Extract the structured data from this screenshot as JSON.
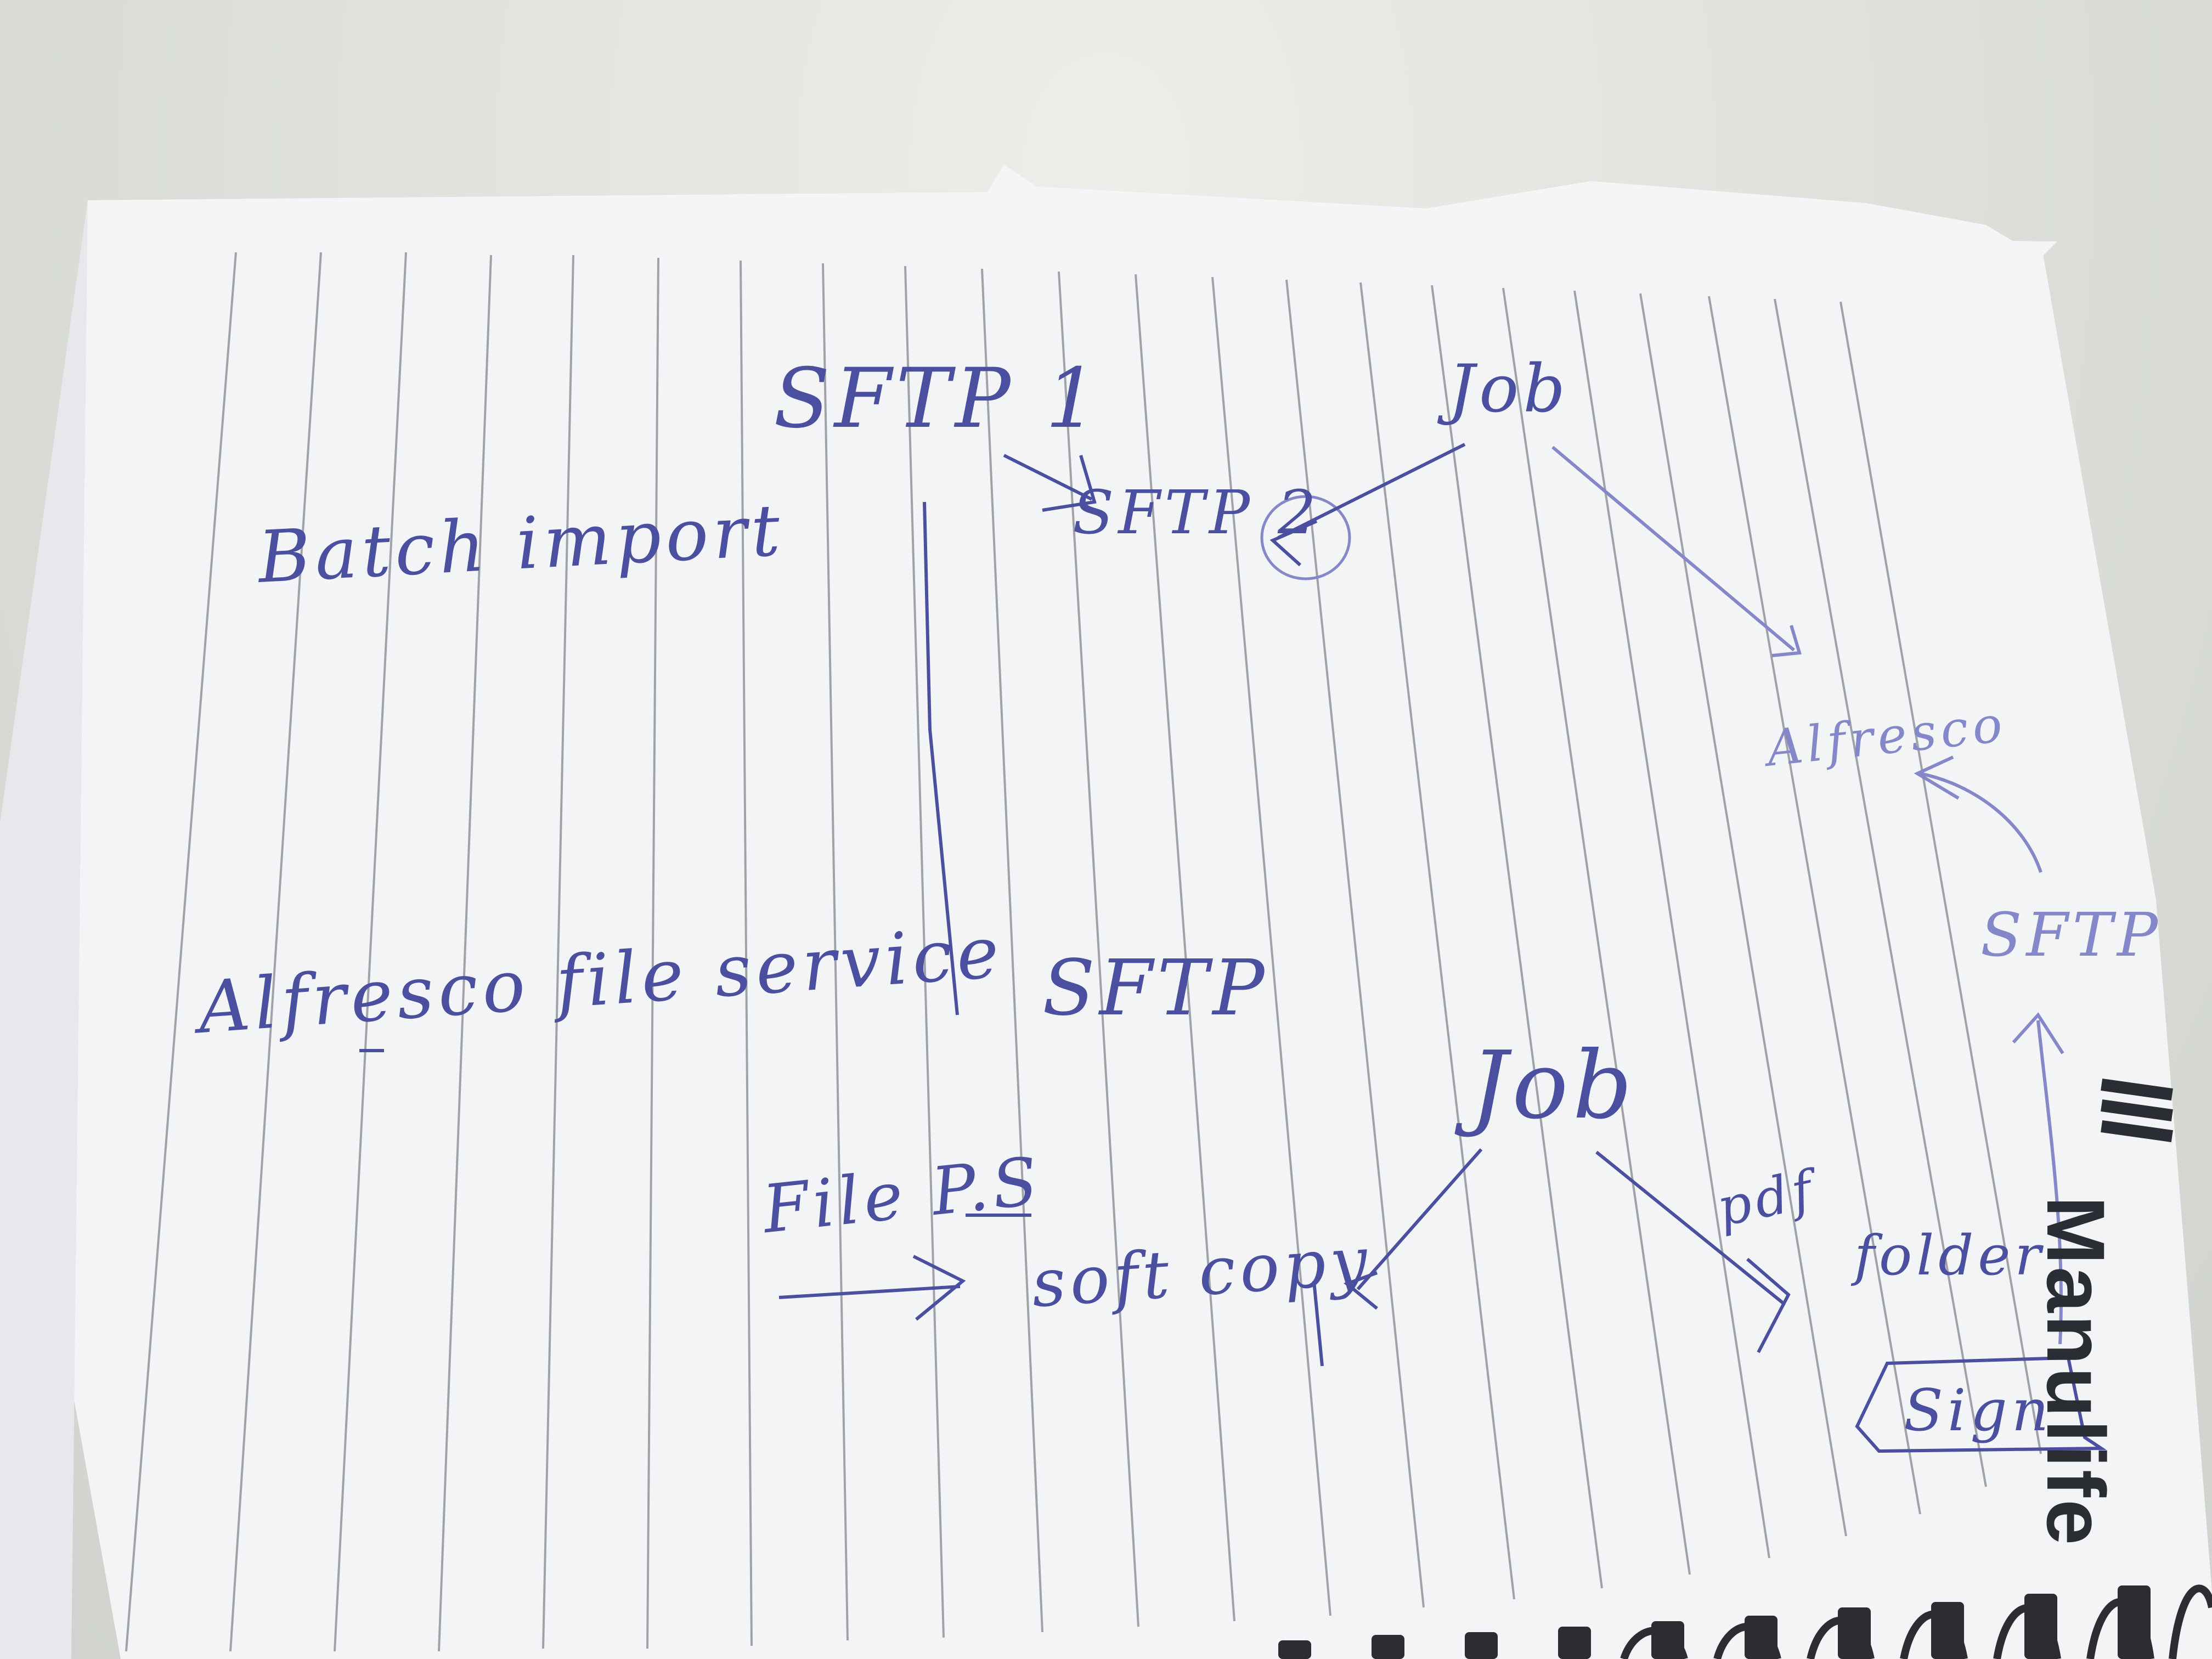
{
  "photo": {
    "subject": "notebook-page",
    "ink_color": "#4a4fa0",
    "faint_ink_color": "#8488c8",
    "paper_color": "#f2f3f5",
    "rule_color": "#9fa3a8"
  },
  "notes": {
    "sftp1": "SFTP 1",
    "sftp2": "SFTP 2",
    "job_top": "Job",
    "batch_import": "Batch import",
    "alfresco_top": "Alfresco",
    "alfresco_file_service": "Alfresco file service",
    "sftp_mid": "SFTP",
    "sftp_right": "SFTP",
    "job_bottom": "Job",
    "file_ps": "File P.S",
    "soft_copy": "soft copy",
    "pdf": "pdf",
    "folder": "folder",
    "sign": "Sign"
  },
  "notebook": {
    "brand": "Manulife"
  }
}
